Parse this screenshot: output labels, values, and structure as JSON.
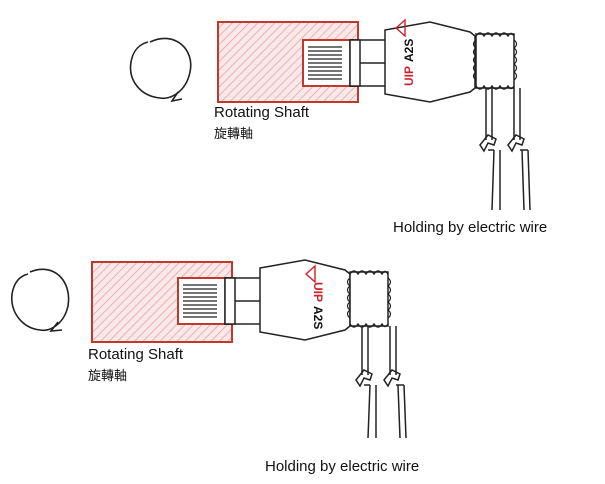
{
  "diagrams": [
    {
      "shaft_label_en": "Rotating Shaft",
      "shaft_label_zh": "旋轉軸",
      "brand_mark": "UIP",
      "model": "A2S",
      "caption": "Holding by electric wire"
    },
    {
      "shaft_label_en": "Rotating Shaft",
      "shaft_label_zh": "旋轉軸",
      "brand_mark": "UIP",
      "model": "A2S",
      "caption": "Holding by electric wire"
    }
  ],
  "colors": {
    "shaft_outline": "#c0392b",
    "hatch": "#e8a2a2",
    "brand_red": "#d2202a",
    "stroke": "#222222"
  },
  "icons": [
    "rotation-arrow-icon",
    "triangle-logo-icon"
  ]
}
